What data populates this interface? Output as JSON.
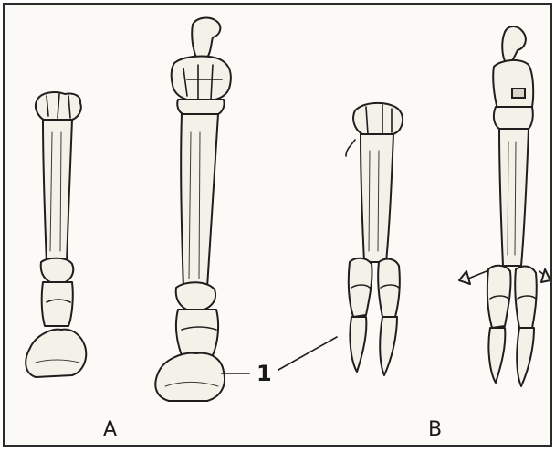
{
  "labels": {
    "group_a": "A",
    "group_b": "B",
    "callout_1": "1"
  }
}
